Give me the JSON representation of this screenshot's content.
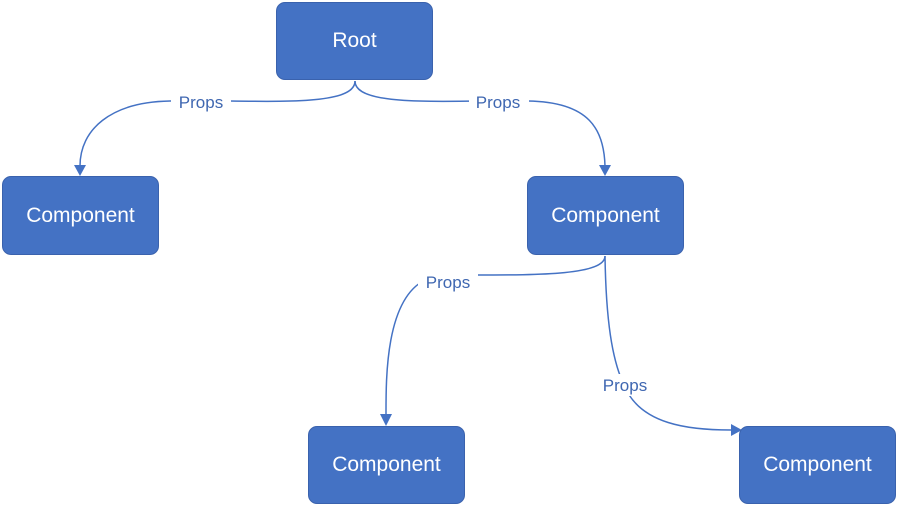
{
  "diagram": {
    "nodes": [
      {
        "id": "root",
        "label": "Root"
      },
      {
        "id": "c1",
        "label": "Component"
      },
      {
        "id": "c2",
        "label": "Component"
      },
      {
        "id": "c3",
        "label": "Component"
      },
      {
        "id": "c4",
        "label": "Component"
      }
    ],
    "edges": [
      {
        "from": "root",
        "to": "c1",
        "label": "Props"
      },
      {
        "from": "root",
        "to": "c2",
        "label": "Props"
      },
      {
        "from": "c2",
        "to": "c3",
        "label": "Props"
      },
      {
        "from": "c2",
        "to": "c4",
        "label": "Props"
      }
    ]
  },
  "colors": {
    "node_fill": "#4472c4",
    "node_text": "#ffffff",
    "edge": "#4472c4",
    "edge_label": "#3f67b1"
  }
}
